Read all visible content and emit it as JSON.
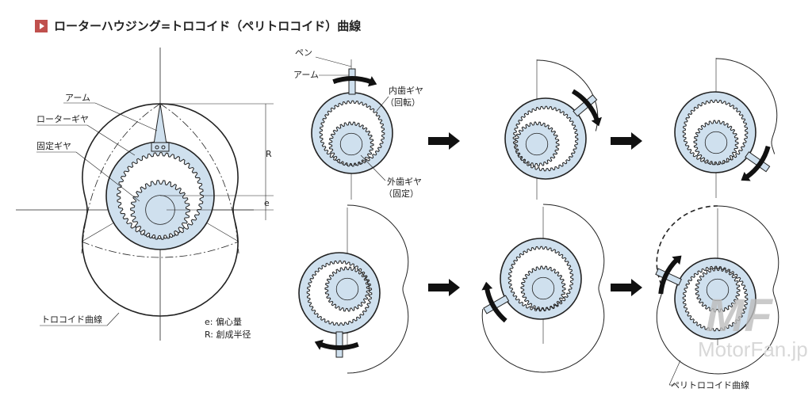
{
  "title": "ローターハウジング=トロコイド（ペリトロコイド）曲線",
  "icon": "play-triangle-icon",
  "colors": {
    "accent": "#c0504d",
    "gear_fill": "#cfe0ee",
    "line": "#222222"
  },
  "left_figure": {
    "arm": "アーム",
    "rotor_gear": "ローターギヤ",
    "fixed_gear": "固定ギヤ",
    "R": "R",
    "e": "e",
    "curve": "トロコイド曲線",
    "legend_e": "e: 偏心量",
    "legend_R": "R: 創成半径"
  },
  "right_figure": {
    "pen": "ペン",
    "arm": "アーム",
    "internal_gear": "内歯ギヤ",
    "internal_note": "（回転）",
    "external_gear": "外歯ギヤ",
    "external_note": "（固定）",
    "peritrochoid": "ペリトロコイド曲線"
  },
  "watermark": {
    "logo": "MF",
    "text": "MotorFan.jp"
  }
}
